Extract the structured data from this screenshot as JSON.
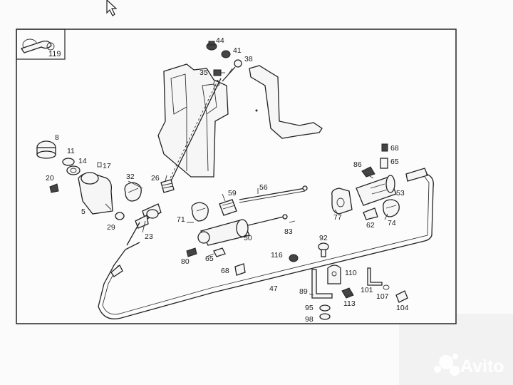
{
  "diagram": {
    "inset_label": "119",
    "part_labels": {
      "p44": "44",
      "p41": "41",
      "p38": "38",
      "p35": "35",
      "p8": "8",
      "p11": "11",
      "p14": "14",
      "p17": "17",
      "p20": "20",
      "p5": "5",
      "p32": "32",
      "p26": "26",
      "p29": "29",
      "p23": "23",
      "p56": "56",
      "p59": "59",
      "p71": "71",
      "p50": "50",
      "p83": "83",
      "p80": "80",
      "p65a": "65",
      "p68a": "68",
      "p86": "86",
      "p68b": "68",
      "p65b": "65",
      "p53": "53",
      "p77": "77",
      "p62": "62",
      "p74": "74",
      "p92": "92",
      "p116": "116",
      "p47": "47",
      "p110": "110",
      "p89": "89",
      "p101": "101",
      "p107": "107",
      "p113": "113",
      "p104": "104",
      "p95": "95",
      "p98": "98"
    }
  },
  "watermark": {
    "text": "Avito",
    "icon": "avito-dots-icon"
  },
  "cursor": {
    "icon": "mouse-pointer-icon"
  }
}
